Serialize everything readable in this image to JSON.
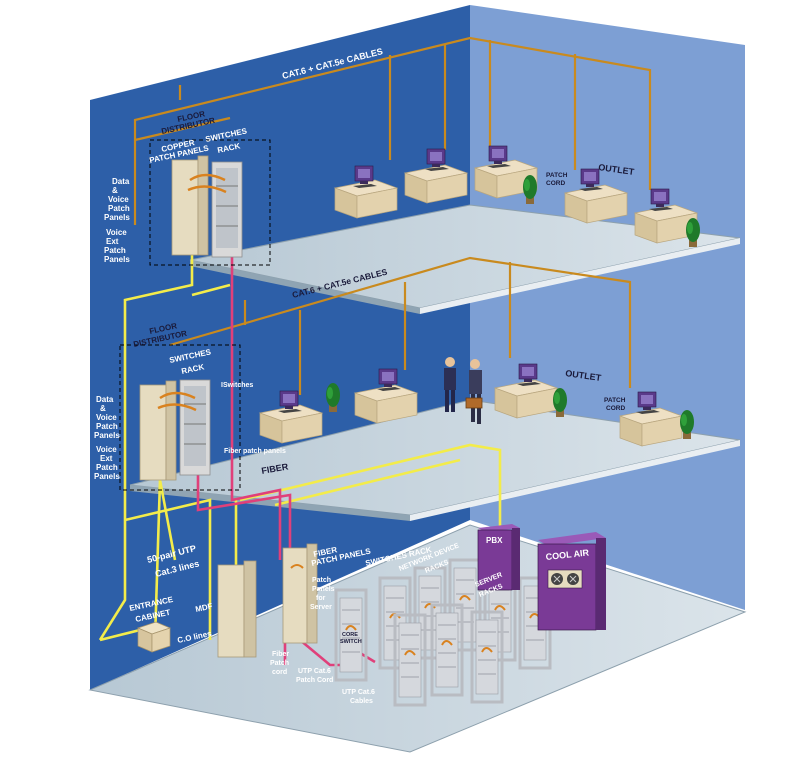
{
  "floor3": {
    "cables_label": "CAT.6 + CAT.5e CABLES",
    "distributor_line1": "FLOOR",
    "distributor_line2": "DISTRIBUTOR",
    "copper_line1": "COPPER",
    "copper_line2": "PATCH PANELS",
    "switches_line1": "SWITCHES",
    "switches_line2": "RACK",
    "data_voice": [
      "Data",
      "&",
      "Voice",
      "Patch",
      "Panels"
    ],
    "voice_ext": [
      "Voice",
      "Ext",
      "Patch",
      "Panels"
    ],
    "patch_cord_line1": "PATCH",
    "patch_cord_line2": "CORD",
    "outlet": "OUTLET"
  },
  "floor2": {
    "cables_label": "CAT.6 + CAT.5e CABLES",
    "distributor_line1": "FLOOR",
    "distributor_line2": "DISTRIBUTOR",
    "switches_line1": "SWITCHES",
    "switches_line2": "RACK",
    "data_voice": [
      "Data",
      "&",
      "Voice",
      "Patch",
      "Panels"
    ],
    "voice_ext": [
      "Voice",
      "Ext",
      "Patch",
      "Panels"
    ],
    "iswitches": "ISwitches",
    "fiber_patch_panels": "Fiber patch panels",
    "fiber": "FIBER",
    "outlet": "OUTLET",
    "patch_cord_line1": "PATCH",
    "patch_cord_line2": "CORD"
  },
  "floor1": {
    "utp_line1": "50-pair UTP",
    "utp_line2": "Cat.3 lines",
    "entrance_line1": "ENTRANCE",
    "entrance_line2": "CABINET",
    "mdf": "MDF",
    "co_lines": "C.O lines",
    "fiber_pp_line1": "FIBER",
    "fiber_pp_line2": "PATCH PANELS",
    "switches_rack": "SWITCHES RACK",
    "network_line1": "NETWORK DEVICE",
    "network_line2": "RACKS",
    "server_line1": "SERVER",
    "server_line2": "RACKS",
    "pbx": "PBX",
    "cool_air": "COOL AIR",
    "patch_server": [
      "Patch",
      "Panels",
      "for",
      "Server"
    ],
    "core_line1": "CORE",
    "core_line2": "SWITCH",
    "fiber_cord": [
      "Fiber",
      "Patch",
      "cord"
    ],
    "utp_cord": [
      "UTP Cat.6",
      "Patch Cord"
    ],
    "utp_cables": [
      "UTP Cat.6",
      "Cables"
    ]
  },
  "colors": {
    "wall_left": "#2d5fa8",
    "wall_right": "#7d9fd4",
    "floor": "#c3d2dc",
    "cable_orange": "#c98a1e",
    "cable_yellow": "#f3ec4a",
    "cable_pink": "#e0407a",
    "rack_beige": "#e6dcc0",
    "pbx_purple": "#7a3a96"
  }
}
